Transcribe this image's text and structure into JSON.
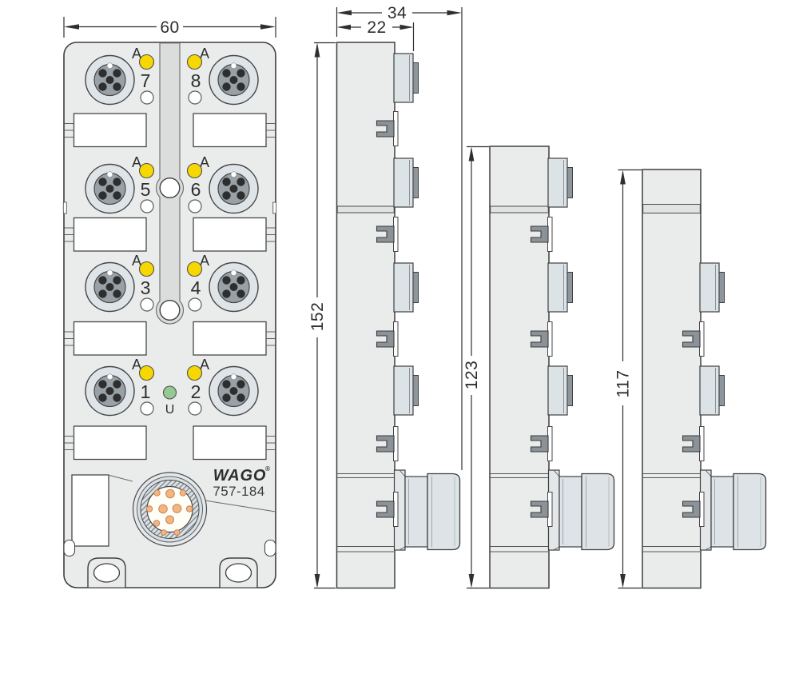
{
  "product": {
    "brand": "WAGO",
    "registered_mark": "®",
    "model": "757-184"
  },
  "front_view": {
    "width_dimension": "60",
    "voltage_led_label": "U",
    "ports": [
      {
        "channel_indicator": "A",
        "number": "7"
      },
      {
        "channel_indicator": "A",
        "number": "8"
      },
      {
        "channel_indicator": "A",
        "number": "5"
      },
      {
        "channel_indicator": "A",
        "number": "6"
      },
      {
        "channel_indicator": "A",
        "number": "3"
      },
      {
        "channel_indicator": "A",
        "number": "4"
      },
      {
        "channel_indicator": "A",
        "number": "1"
      },
      {
        "channel_indicator": "A",
        "number": "2"
      }
    ]
  },
  "side_views": {
    "depth_total": "34",
    "depth_body": "22",
    "height_total": "152",
    "height_mid": "123",
    "height_body": "117"
  },
  "colors": {
    "body_grey": "#eaebeb",
    "line_dark": "#3f3f3f",
    "led_yellow": "#f7d700",
    "led_green": "#94c994",
    "brand_green": "#3a9c35",
    "pin_orange": "#f5b57e",
    "connector_ring": "#dee4e7",
    "connector_inner": "#99a1a6"
  }
}
